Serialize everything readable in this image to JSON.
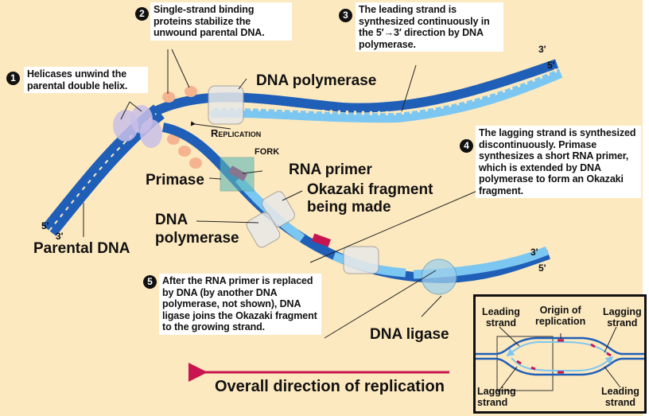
{
  "colors": {
    "background": "#fde9bf",
    "parental_strand": "#1f5fb8",
    "new_strand": "#7cc7f2",
    "rna_primer": "#c8144f",
    "helicase": "#c9bfe8",
    "ssb_protein": "#f5b48f",
    "primase": "#5fb8b8",
    "polymerase": "#e8e8e8",
    "ligase": "#9fd0ea",
    "direction_arrow": "#c8144f"
  },
  "callouts": [
    {
      "number": "1",
      "text": "Helicases unwind the parental double helix."
    },
    {
      "number": "2",
      "text": "Single-strand binding proteins stabilize the unwound parental DNA."
    },
    {
      "number": "3",
      "text": "The leading strand is synthesized continuously in the 5′→3′ direction by DNA polymerase."
    },
    {
      "number": "4",
      "text": "The lagging strand is synthesized discontinuously. Primase synthesizes a short RNA primer, which is extended by DNA polymerase to form an Okazaki fragment."
    },
    {
      "number": "5",
      "text": "After the RNA primer is replaced by DNA (by another DNA polymerase, not shown), DNA ligase joins the Okazaki fragment to the growing strand."
    }
  ],
  "labels": {
    "dna_polymerase_top": "DNA polymerase",
    "replication": "Replication",
    "fork": "FORK",
    "rna_primer": "RNA primer",
    "primase": "Primase",
    "okazaki_line1": "Okazaki fragment",
    "okazaki_line2": "being made",
    "dna_polymerase_lower_line1": "DNA",
    "dna_polymerase_lower_line2": "polymerase",
    "parental_dna": "Parental DNA",
    "dna_ligase": "DNA ligase",
    "overall_direction": "Overall direction of replication"
  },
  "strand_ends": {
    "left_5": "5'",
    "left_3": "3'",
    "top_right_3": "3'",
    "top_right_5": "5'",
    "bottom_right_3": "3'",
    "bottom_right_5": "5'"
  },
  "inset": {
    "leading_top_left": [
      "Leading",
      "strand"
    ],
    "origin": [
      "Origin of",
      "replication"
    ],
    "lagging_top_right": [
      "Lagging",
      "strand"
    ],
    "lagging_bottom_left": [
      "Lagging",
      "strand"
    ],
    "leading_bottom_right": [
      "Leading",
      "strand"
    ]
  }
}
